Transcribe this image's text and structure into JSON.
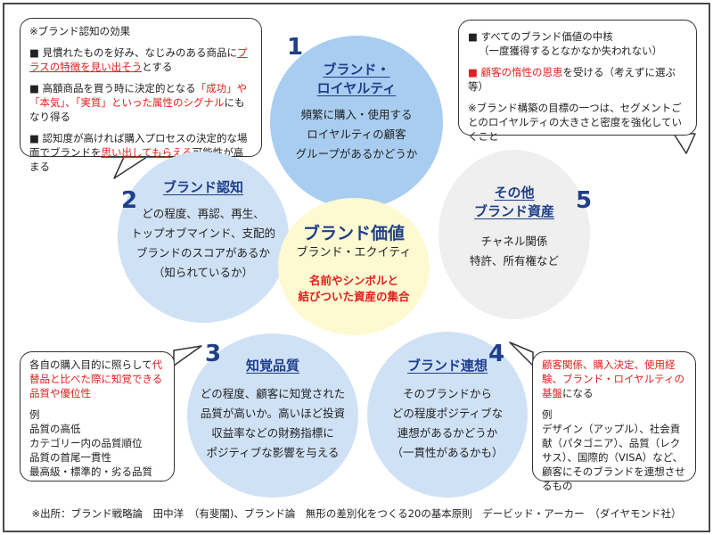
{
  "center": {
    "title": "ブランド価値",
    "subtitle": "ブランド・エクイティ",
    "note_line1": "名前やシンボルと",
    "note_line2": "結びついた資産の集合"
  },
  "nodes": {
    "n1": {
      "number": "1",
      "title_line1": "ブランド・",
      "title_line2": "ロイヤルティ",
      "body": [
        "頻繁に購入・使用する",
        "ロイヤルティの顧客",
        "グループがあるかどうか"
      ]
    },
    "n2": {
      "number": "2",
      "title": "ブランド認知",
      "body": [
        "どの程度、再認、再生、",
        "トップオブマインド、支配的",
        "ブランドのスコアがあるか",
        "（知られているか）"
      ]
    },
    "n3": {
      "number": "3",
      "title": "知覚品質",
      "body": [
        "どの程度、顧客に知覚された",
        "品質が高いか。高いほど投資",
        "収益率などの財務指標に",
        "ポジティブな影響を与える"
      ]
    },
    "n4": {
      "number": "4",
      "title": "ブランド連想",
      "body": [
        "そのブランドから",
        "どの程度ポジティブな",
        "連想があるかどうか",
        "（一貫性があるかも）"
      ]
    },
    "n5": {
      "number": "5",
      "title_line1": "その他",
      "title_line2": "ブランド資産",
      "body": [
        "チャネル関係",
        "特許、所有権など"
      ]
    }
  },
  "callouts": {
    "top_left": {
      "heading": "※ブランド認知の効果",
      "p1_a": "■ 見慣れたものを好み、なじみのある商品に",
      "p1_b_red": "プラスの特徴を見い出そう",
      "p1_c": "とする",
      "p2_a": "■ 高額商品を買う時に決定的となる",
      "p2_b_red": "「成功」や「本気」、「実質」といった属性のシグナル",
      "p2_c": "にもなり得る",
      "p3_a": "■ 認知度が高ければ購入プロセスの決定的な場面でブランドを",
      "p3_b_red": "思い出してもらえる",
      "p3_c": "可能性が高まる"
    },
    "top_right": {
      "p1_a": "■ すべてのブランド価値の中核",
      "p1_b": "（一度獲得するとなかなか失われない）",
      "p2_red": "■ 顧客の惰性の恩恵",
      "p2_b": "を受ける（考えずに選ぶ等）",
      "p3": "※ブランド構築の目標の一つは、セグメントごとのロイヤルティの大きさと密度を強化していくこと"
    },
    "bottom_left": {
      "p1_a": "各自の購入目的に照らして",
      "p1_b_red": "代替品と比べた際に知覚できる品質や優位性",
      "example": "例",
      "items": [
        "品質の高低",
        "カテゴリー内の品質順位",
        "品質の首尾一貫性",
        "最高級・標準的・劣る品質"
      ]
    },
    "bottom_right": {
      "p1_red": "顧客関係、購入決定、使用経験、ブランド・ロイヤルティの基盤",
      "p1_b": "になる",
      "example": "例",
      "body": "デザイン（アップル）、社会貢献（パタゴニア）、品質（レクサス）、国際的（VISA）など、顧客にそのブランドを連想させるもの"
    }
  },
  "footer": "※出所：ブランド戦略論　田中洋　（有斐閣)、ブランド論　無形の差別化をつくる20の基本原則　デービッド・アーカー　（ダイヤモンド社）"
}
